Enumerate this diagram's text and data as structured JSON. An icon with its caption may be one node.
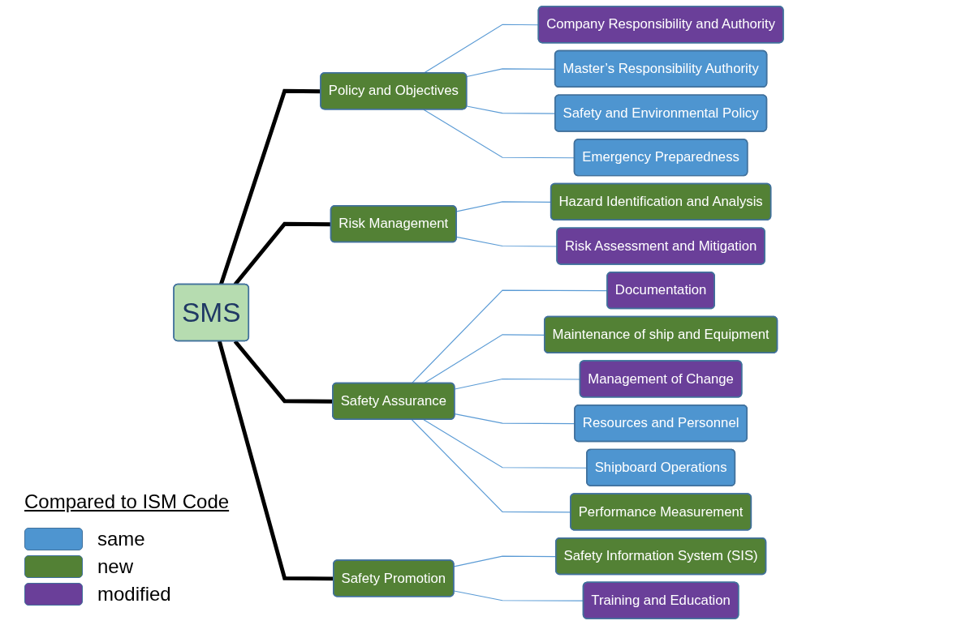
{
  "diagram": {
    "nodes": [
      {
        "text": [
          "SMS"
        ]
      },
      {
        "text": [
          "Policy and Objectives"
        ]
      },
      {
        "text": [
          "Company Responsibility and Authority"
        ]
      },
      {
        "text": [
          "Master’s Responsibility Authority"
        ]
      },
      {
        "text": [
          "Safety and Environmental Policy"
        ]
      },
      {
        "text": [
          "Emergency Preparedness"
        ]
      },
      {
        "text": [
          "Risk Management"
        ]
      },
      {
        "text": [
          "Hazard Identification and Analysis"
        ]
      },
      {
        "text": [
          "Risk Assessment and Mitigation"
        ]
      },
      {
        "text": [
          "Safety Assurance"
        ]
      },
      {
        "text": [
          "Documentation"
        ]
      },
      {
        "text": [
          "Maintenance of ship and Equipment"
        ]
      },
      {
        "text": [
          "Management of Change"
        ]
      },
      {
        "text": [
          "Resources and Personnel"
        ]
      },
      {
        "text": [
          "Shipboard Operations"
        ]
      },
      {
        "text": [
          "Performance Measurement"
        ]
      },
      {
        "text": [
          "Safety Promotion"
        ]
      },
      {
        "text": [
          "Safety Information System (SIS)"
        ]
      },
      {
        "text": [
          "Training and Education"
        ]
      }
    ],
    "edges": [
      {
        "from": 0,
        "to": 1,
        "arrow": "none",
        "style": "thick",
        "color": "#000000"
      },
      {
        "from": 0,
        "to": 6,
        "arrow": "none",
        "style": "thick",
        "color": "#000000"
      },
      {
        "from": 0,
        "to": 9,
        "arrow": "none",
        "style": "thick",
        "color": "#000000"
      },
      {
        "from": 0,
        "to": 16,
        "arrow": "none",
        "style": "thick",
        "color": "#000000"
      },
      {
        "from": 1,
        "to": 2,
        "arrow": "none"
      },
      {
        "from": 1,
        "to": 3,
        "arrow": "none"
      },
      {
        "from": 1,
        "to": 4,
        "arrow": "none"
      },
      {
        "from": 1,
        "to": 5,
        "arrow": "none"
      },
      {
        "from": 6,
        "to": 7,
        "arrow": "none"
      },
      {
        "from": 6,
        "to": 8,
        "arrow": "none"
      },
      {
        "from": 9,
        "to": 10,
        "arrow": "none"
      },
      {
        "from": 9,
        "to": 11,
        "arrow": "none"
      },
      {
        "from": 9,
        "to": 12,
        "arrow": "none"
      },
      {
        "from": 9,
        "to": 13,
        "arrow": "none"
      },
      {
        "from": 9,
        "to": 14,
        "arrow": "none"
      },
      {
        "from": 9,
        "to": 15,
        "arrow": "none"
      },
      {
        "from": 16,
        "to": 17,
        "arrow": "none"
      },
      {
        "from": 16,
        "to": 18,
        "arrow": "none"
      }
    ],
    "labels": [
      "Compared to ISM Code"
    ],
    "legend": [
      {
        "text": "same",
        "color": "#4e95d0"
      },
      {
        "text": "new",
        "color": "#538135"
      },
      {
        "text": "modified",
        "color": "#6a3f99"
      }
    ]
  }
}
